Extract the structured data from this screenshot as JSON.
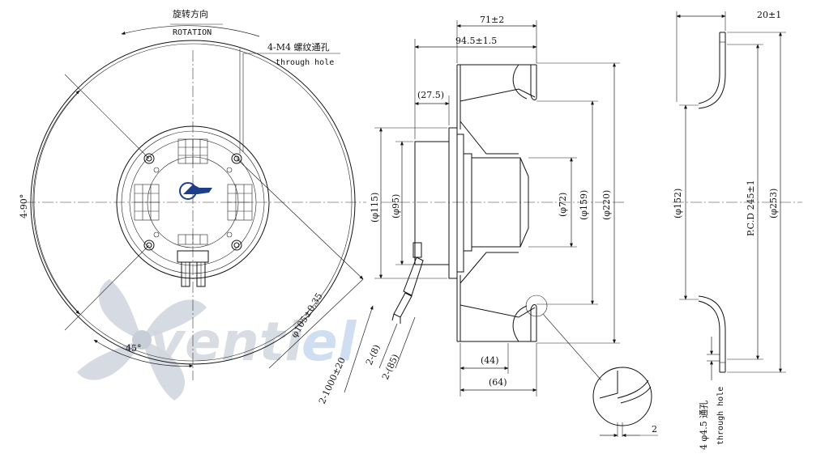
{
  "watermark": {
    "brand_a": "venti",
    "brand_b": "el"
  },
  "front_view": {
    "rotation_cn": "旋转方向",
    "rotation_en": "ROTATION",
    "hole_note_cn": "4-M4 螺纹通孔",
    "hole_note_en": "through hole",
    "angle_pattern": "4-90°",
    "angle_45": "45°",
    "bolt_circle": "φ105±0.35",
    "cable_length": "2-1000±20",
    "cable_8": "2-(8)",
    "cable_85": "2-(85)"
  },
  "side_view": {
    "width_71": "71±2",
    "width_94": "94.5±1.5",
    "offset_27": "(27.5)",
    "d115": "(φ115)",
    "d95": "(φ95)",
    "d72": "(φ72)",
    "d159": "(φ159)",
    "d220": "(φ220)",
    "dim_44": "(44)",
    "dim_64": "(64)",
    "detail_2": "2"
  },
  "ring_view": {
    "depth_20": "20±1",
    "d152": "(φ152)",
    "pcd": "P.C.D 245±1",
    "d253": "(φ253)",
    "hole_cn": "4 φ4.5 通孔",
    "hole_en": "through hole"
  },
  "colors": {
    "line": "#111111",
    "watermark": "#d2d7df",
    "logo_blue": "#1d3f8a"
  }
}
